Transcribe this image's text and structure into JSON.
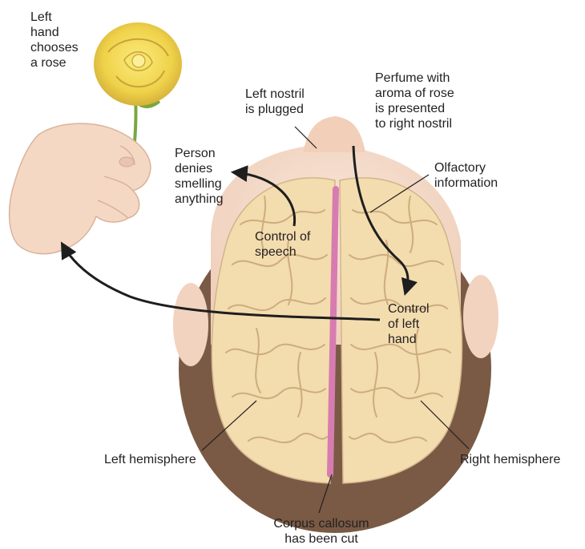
{
  "labels": {
    "left_hand_chooses": "Left\nhand\nchooses\na rose",
    "left_nostril": "Left nostril\nis plugged",
    "perfume": "Perfume with\naroma of rose\nis presented\nto right nostril",
    "person_denies": "Person\ndenies\nsmelling\nanything",
    "olfactory": "Olfactory\ninformation",
    "control_speech": "Control of\nspeech",
    "control_left_hand": "Control\nof left\nhand",
    "left_hemisphere": "Left hemisphere",
    "right_hemisphere": "Right hemisphere",
    "corpus_callosum": "Corpus callosum\nhas been cut"
  },
  "colors": {
    "brain": "#f3dcae",
    "brain_fold": "#c9a878",
    "corpus_callosum": "#d77cb0",
    "skin": "#f6dccb",
    "hair": "#7a5a45",
    "rose": "#f2dc52",
    "stem": "#7aa640",
    "arrow": "#1e1e1e"
  }
}
